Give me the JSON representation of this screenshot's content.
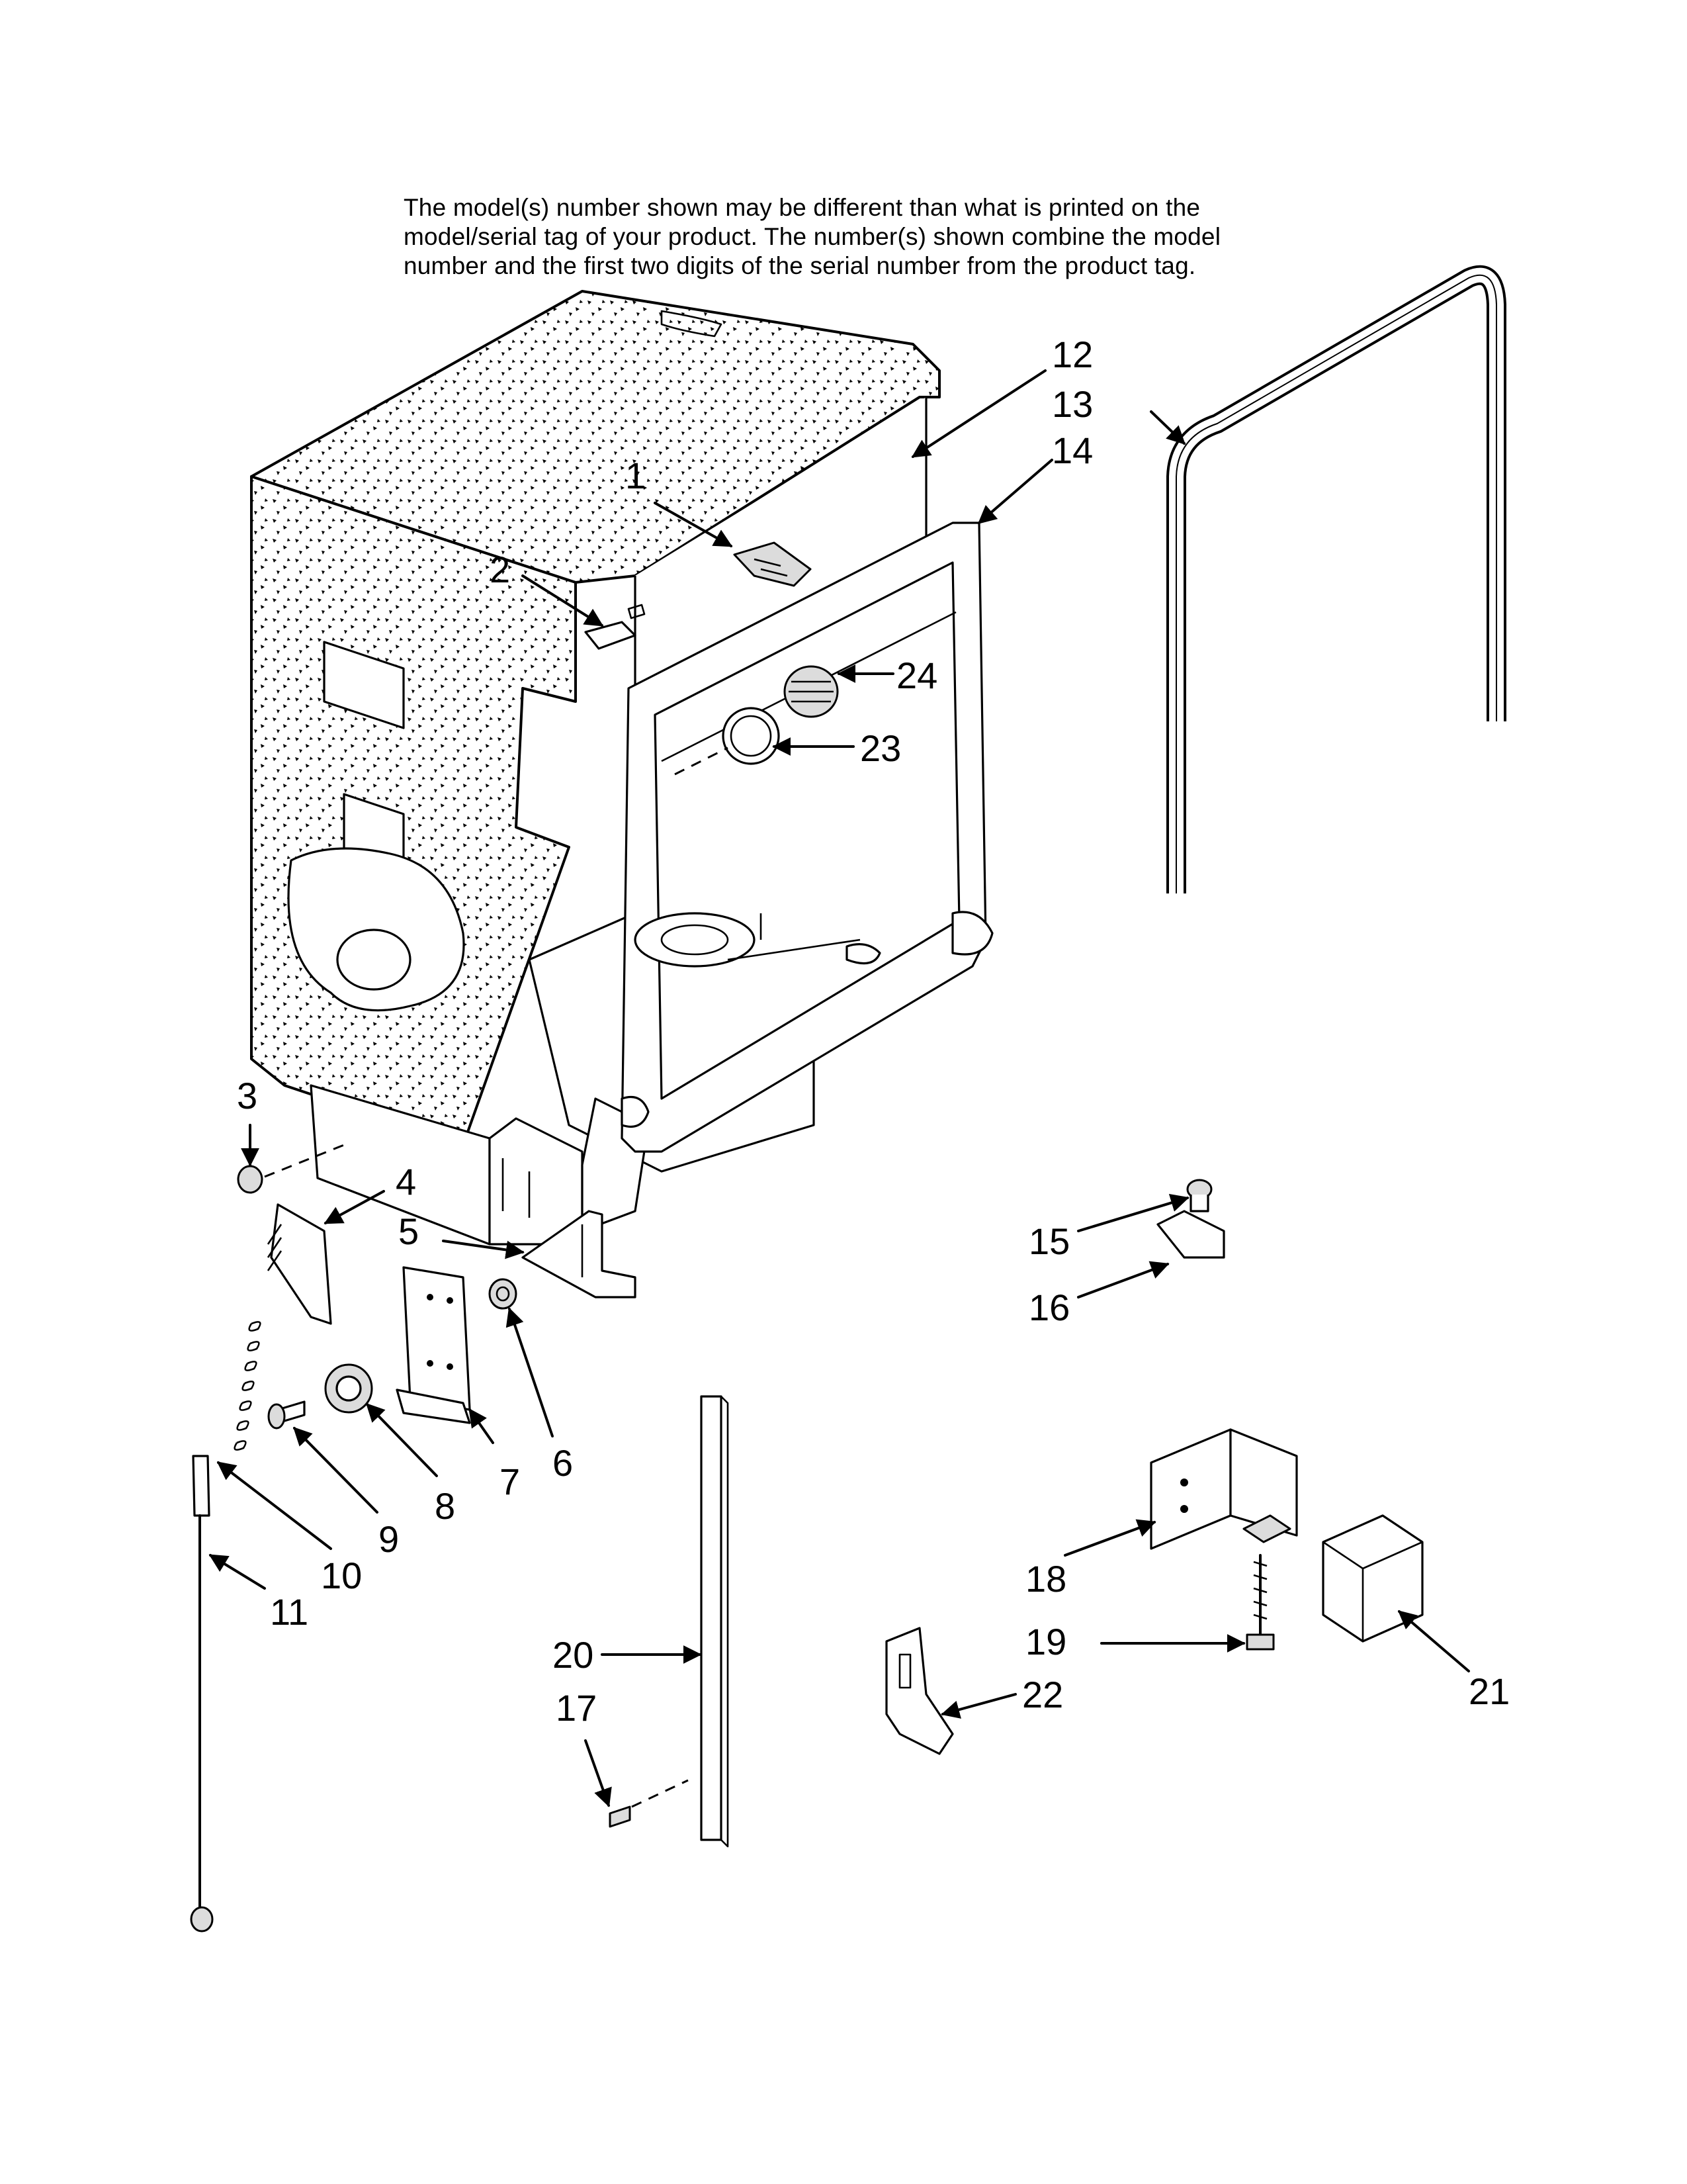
{
  "notice": {
    "lines": [
      "The model(s) number shown may be different than what is printed on the",
      "model/serial tag of your product. The number(s) shown combine the model",
      "number and the first two digits of the serial number from the product tag."
    ]
  },
  "callouts": [
    "1",
    "2",
    "3",
    "4",
    "5",
    "6",
    "7",
    "8",
    "9",
    "10",
    "11",
    "12",
    "13",
    "14",
    "15",
    "16",
    "17",
    "18",
    "19",
    "20",
    "21",
    "22",
    "23",
    "24"
  ]
}
